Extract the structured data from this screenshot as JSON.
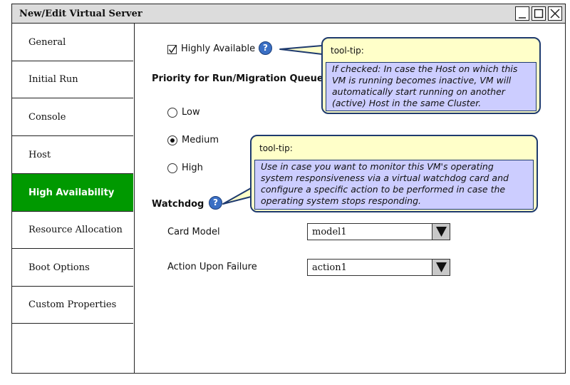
{
  "window": {
    "title": "New/Edit Virtual Server",
    "minimize_label": "_",
    "maximize_label": "□",
    "close_label": "×"
  },
  "sidebar": {
    "items": [
      {
        "label": "General",
        "active": false
      },
      {
        "label": "Initial Run",
        "active": false
      },
      {
        "label": "Console",
        "active": false
      },
      {
        "label": "Host",
        "active": false
      },
      {
        "label": "High Availability",
        "active": true
      },
      {
        "label": "Resource Allocation",
        "active": false
      },
      {
        "label": "Boot Options",
        "active": false
      },
      {
        "label": "Custom Properties",
        "active": false
      }
    ],
    "active_color": "#009900"
  },
  "main": {
    "highly_available": {
      "label": "Highly Available",
      "checked": true
    },
    "priority_heading": "Priority for Run/Migration Queue",
    "priority_options": [
      {
        "label": "Low",
        "selected": false
      },
      {
        "label": "Medium",
        "selected": true
      },
      {
        "label": "High",
        "selected": false
      }
    ],
    "watchdog_heading": "Watchdog",
    "card_model": {
      "label": "Card Model",
      "value": "model1"
    },
    "action_upon_failure": {
      "label": "Action Upon Failure",
      "value": "action1"
    },
    "help_icon": "?"
  },
  "tooltips": {
    "highly_available": {
      "header": "tool-tip:",
      "text": "If checked: In case the Host on which this VM is running becomes inactive, VM will automatically start running on another (active) Host in the same Cluster."
    },
    "watchdog": {
      "header": "tool-tip:",
      "text": "Use in case you want to monitor this VM's operating system responsiveness via a virtual watchdog card and configure a specific action to be performed in case the operating system stops responding."
    }
  },
  "colors": {
    "tooltip_bg": "#ffffc9",
    "tooltip_body_bg": "#cccdff",
    "tooltip_border": "#1e3a6e",
    "help_icon_bg": "#3a6fc4",
    "titlebar_bg": "#dcdcdc"
  }
}
